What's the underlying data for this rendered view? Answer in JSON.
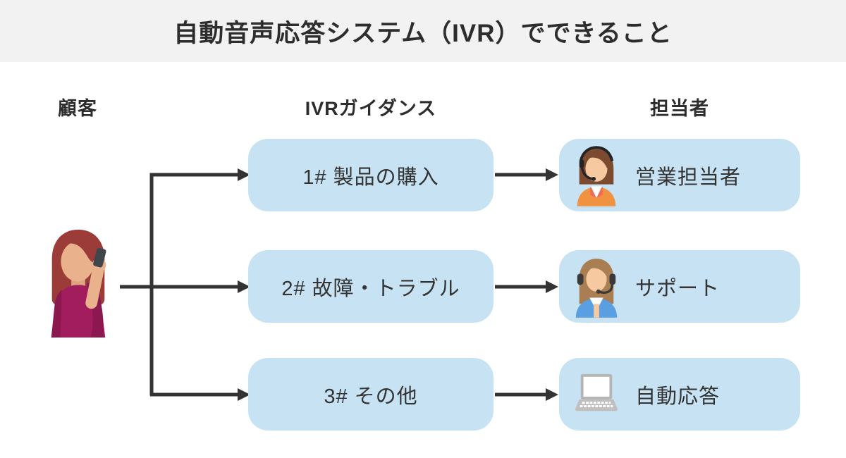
{
  "header": {
    "title": "自動音声応答システム（IVR）でできること"
  },
  "columns": {
    "customer": "顧客",
    "ivr": "IVRガイダンス",
    "agent": "担当者"
  },
  "rows": [
    {
      "option": "1# 製品の購入",
      "agent": "営業担当者",
      "icon": "sales-agent-icon"
    },
    {
      "option": "2# 故障・トラブル",
      "agent": "サポート",
      "icon": "support-agent-icon"
    },
    {
      "option": "3# その他",
      "agent": "自動応答",
      "icon": "laptop-icon"
    }
  ],
  "customer_icon": "woman-on-phone-icon",
  "colors": {
    "header_bg": "#f2f2f2",
    "box_blue": "#c7e3f3",
    "arrow": "#333333",
    "text": "#333333"
  }
}
